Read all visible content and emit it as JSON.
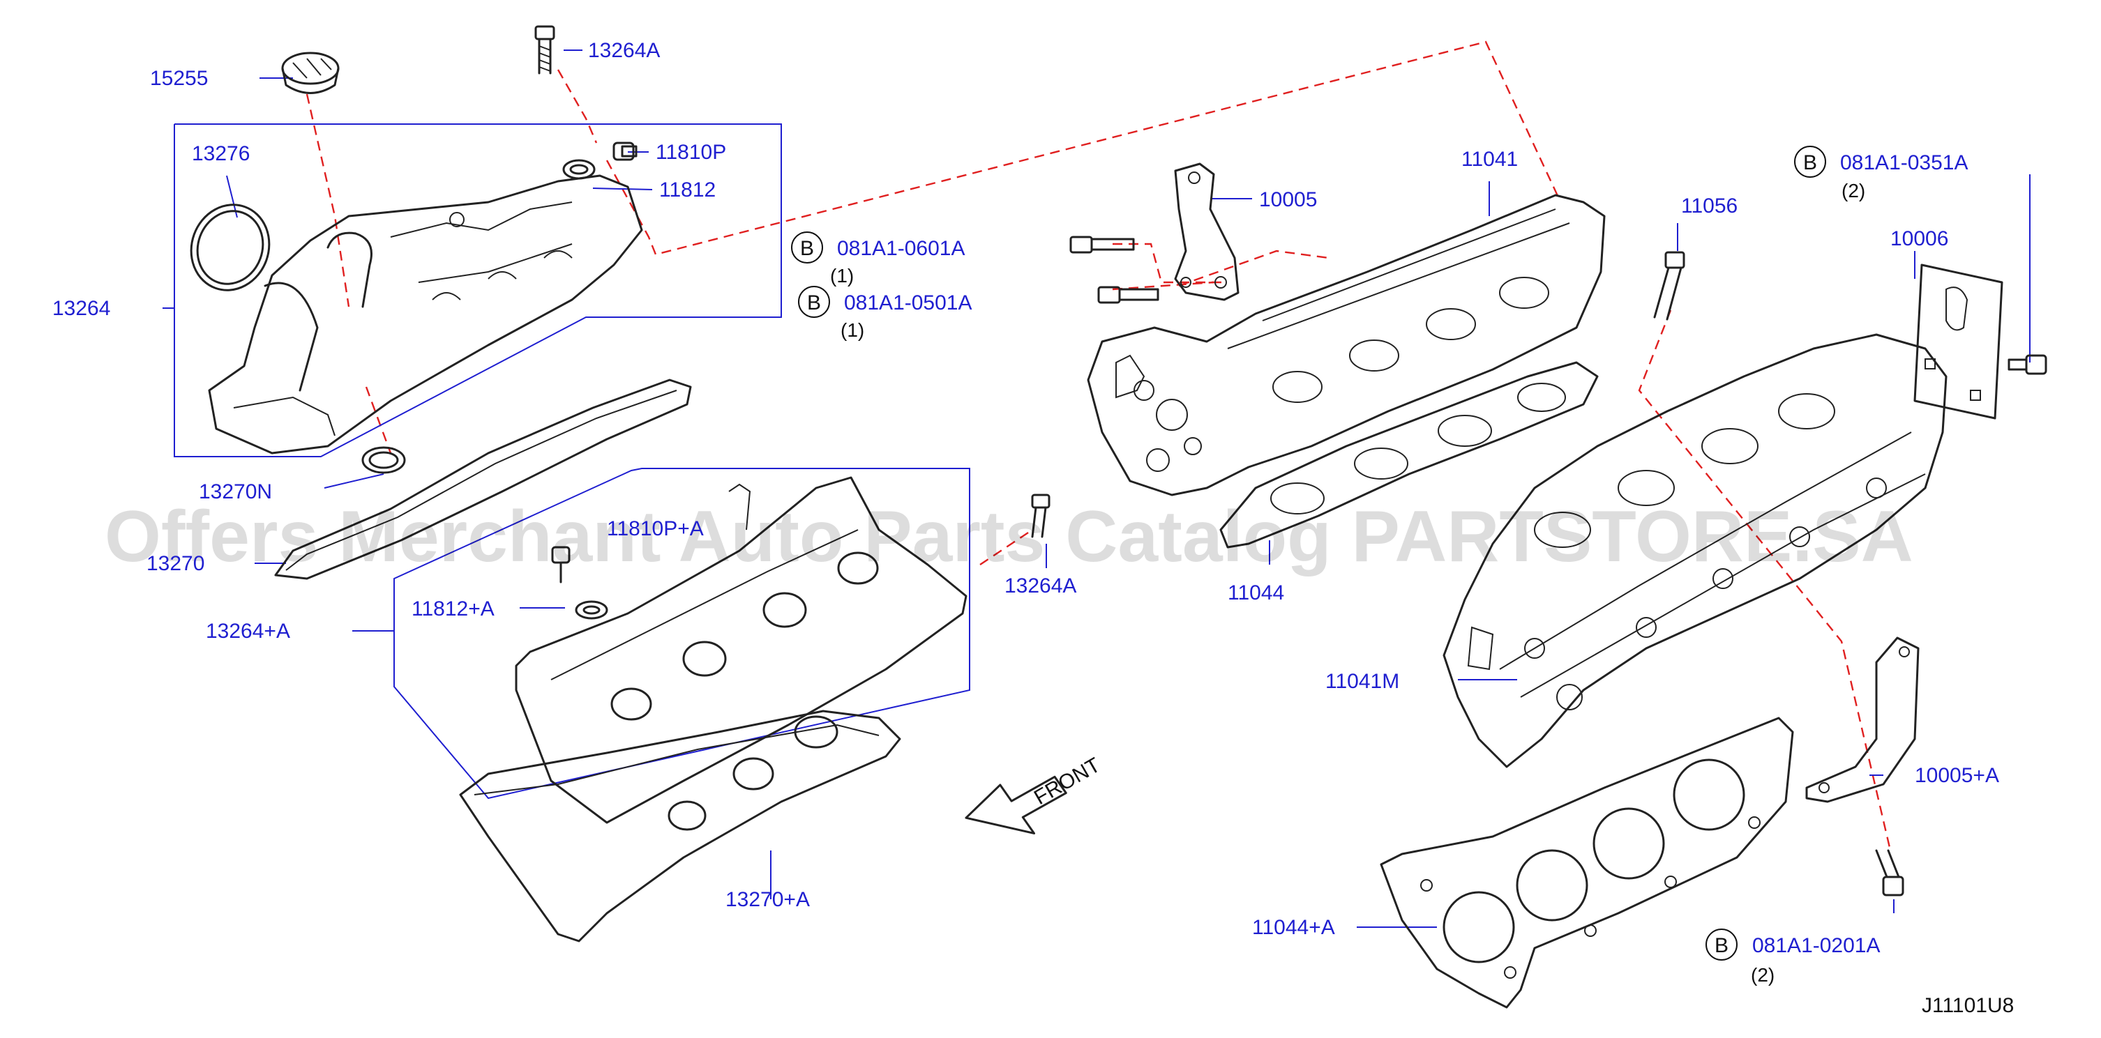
{
  "diagram_code": "J11101U8",
  "watermark": "Offers Merchant Auto Parts Catalog PARTSTORE.SA",
  "front_label": "FRONT",
  "colors": {
    "label": "#1f1fd0",
    "dashed_line": "#e02020",
    "outline": "#222222",
    "watermark": "#000000"
  },
  "parts": [
    {
      "id": "13264A_top",
      "label": "13264A"
    },
    {
      "id": "15255",
      "label": "15255"
    },
    {
      "id": "13276",
      "label": "13276"
    },
    {
      "id": "11810P",
      "label": "11810P"
    },
    {
      "id": "11812",
      "label": "11812"
    },
    {
      "id": "13264",
      "label": "13264"
    },
    {
      "id": "13270N",
      "label": "13270N"
    },
    {
      "id": "13270",
      "label": "13270"
    },
    {
      "id": "11810PA",
      "label": "11810P+A"
    },
    {
      "id": "11812A",
      "label": "11812+A"
    },
    {
      "id": "13264plusA",
      "label": "13264+A"
    },
    {
      "id": "13264A_mid",
      "label": "13264A"
    },
    {
      "id": "13270A",
      "label": "13270+A"
    },
    {
      "id": "10005",
      "label": "10005"
    },
    {
      "id": "11041",
      "label": "11041"
    },
    {
      "id": "11044",
      "label": "11044"
    },
    {
      "id": "11056",
      "label": "11056"
    },
    {
      "id": "10006",
      "label": "10006"
    },
    {
      "id": "11041M",
      "label": "11041M"
    },
    {
      "id": "10005A",
      "label": "10005+A"
    },
    {
      "id": "11044A",
      "label": "11044+A"
    }
  ],
  "bolts": [
    {
      "id": "b0601",
      "mark": "B",
      "code": "081A1-0601A",
      "qty": "(1)"
    },
    {
      "id": "b0501",
      "mark": "B",
      "code": "081A1-0501A",
      "qty": "(1)"
    },
    {
      "id": "b0351",
      "mark": "B",
      "code": "081A1-0351A",
      "qty": "(2)"
    },
    {
      "id": "b0201",
      "mark": "B",
      "code": "081A1-0201A",
      "qty": "(2)"
    }
  ]
}
